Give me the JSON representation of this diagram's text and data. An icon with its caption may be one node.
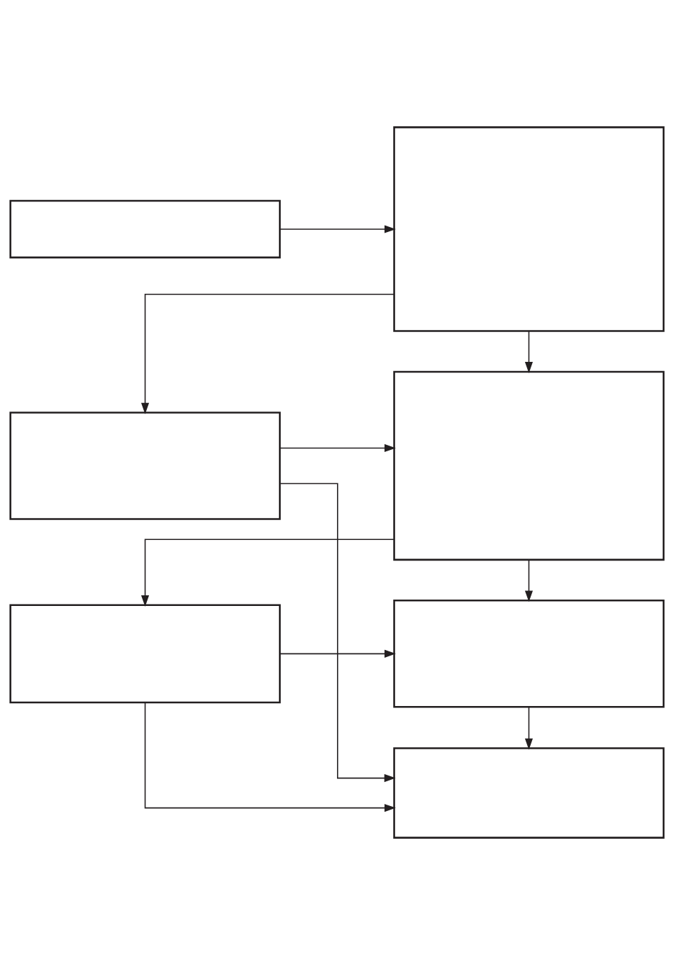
{
  "diagram": {
    "nodes": [
      {
        "text": [],
        "shape": "box"
      },
      {
        "text": [],
        "shape": "box"
      },
      {
        "text": [],
        "shape": "box"
      },
      {
        "text": [],
        "shape": "box"
      },
      {
        "text": [],
        "shape": "box"
      },
      {
        "text": [],
        "shape": "box"
      },
      {
        "text": [],
        "shape": "box"
      }
    ],
    "edges": [
      {
        "from": 0,
        "to": 1,
        "arrow": "to"
      },
      {
        "from": 1,
        "to": 2,
        "arrow": "to"
      },
      {
        "from": 2,
        "to": 3,
        "arrow": "to"
      },
      {
        "from": 1,
        "to": 3,
        "arrow": "to"
      },
      {
        "from": 2,
        "to": 6,
        "arrow": "to"
      },
      {
        "from": 3,
        "to": 4,
        "arrow": "to"
      },
      {
        "from": 4,
        "to": 5,
        "arrow": "to"
      },
      {
        "from": 3,
        "to": 5,
        "arrow": "to"
      },
      {
        "from": 4,
        "to": 6,
        "arrow": "to"
      },
      {
        "from": 5,
        "to": 6,
        "arrow": "to"
      }
    ]
  }
}
